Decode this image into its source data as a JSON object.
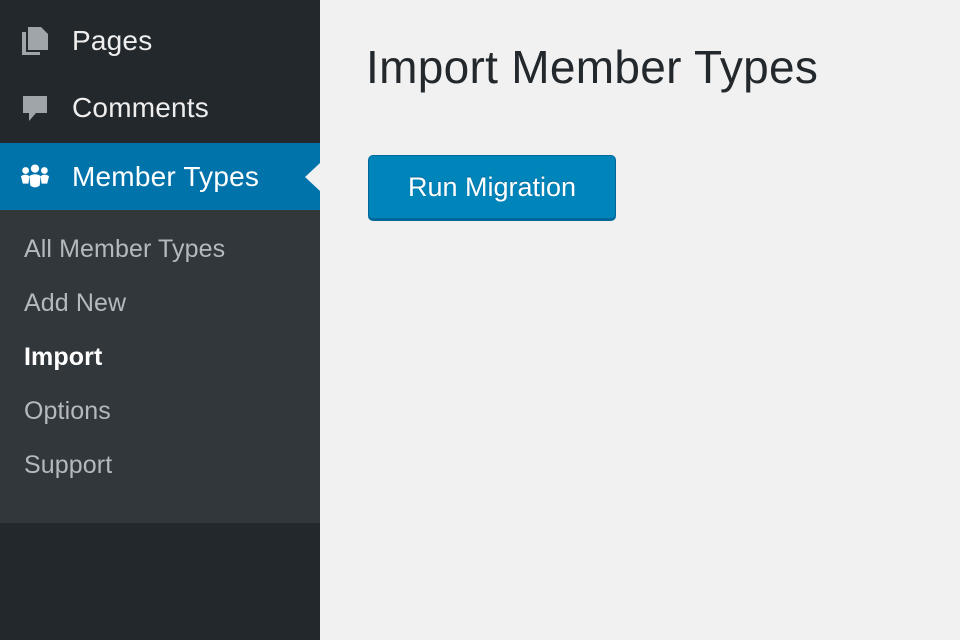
{
  "sidebar": {
    "items": [
      {
        "label": "Pages",
        "icon": "pages-icon"
      },
      {
        "label": "Comments",
        "icon": "comments-icon"
      },
      {
        "label": "Member Types",
        "icon": "member-types-icon",
        "active": true
      }
    ],
    "submenu": [
      {
        "label": "All Member Types"
      },
      {
        "label": "Add New"
      },
      {
        "label": "Import",
        "current": true
      },
      {
        "label": "Options"
      },
      {
        "label": "Support"
      }
    ]
  },
  "main": {
    "title": "Import Member Types",
    "run_button_label": "Run Migration"
  },
  "colors": {
    "sidebar_bg": "#23282d",
    "submenu_bg": "#32373c",
    "active_bg": "#0073aa",
    "button_bg": "#0085ba",
    "content_bg": "#f1f1f1"
  }
}
